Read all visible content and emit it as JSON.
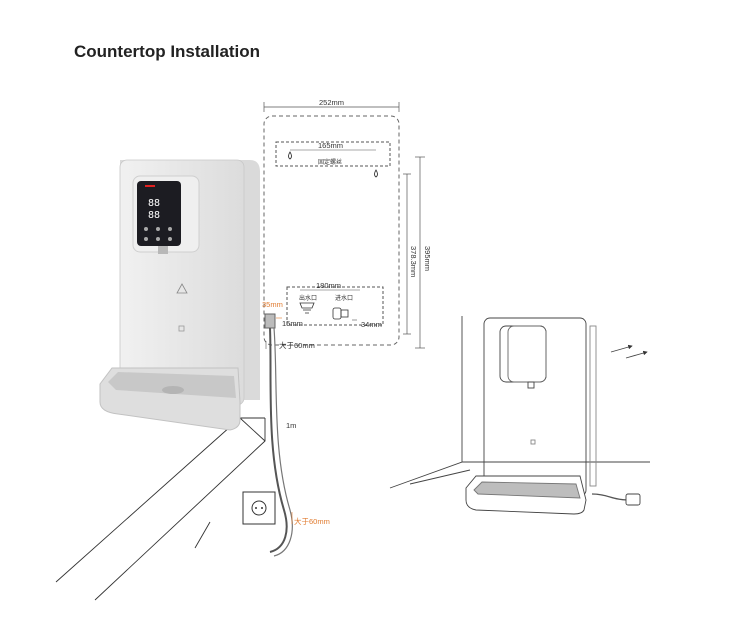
{
  "title": "Countertop Installation",
  "dimensions": {
    "panel_width": "252mm",
    "screw_spacing": "165mm",
    "screw_label": "固定螺丝",
    "panel_height": "395mm",
    "inner_height": "378.3mm",
    "port_spacing": "180mm",
    "outlet_label": "出水口",
    "inlet_label": "进水口",
    "port_height": "34mm"
  },
  "hose": {
    "offset_top": "35mm",
    "offset_side": "15mm",
    "clearance_top": "大于60mm",
    "length": "1m",
    "clearance_socket": "大于60mm"
  },
  "colors": {
    "accent": "#e07a2e",
    "line": "#333333",
    "device_body": "#e6e6e6",
    "screen": "#1c1c22",
    "screen_red": "#e02020"
  }
}
